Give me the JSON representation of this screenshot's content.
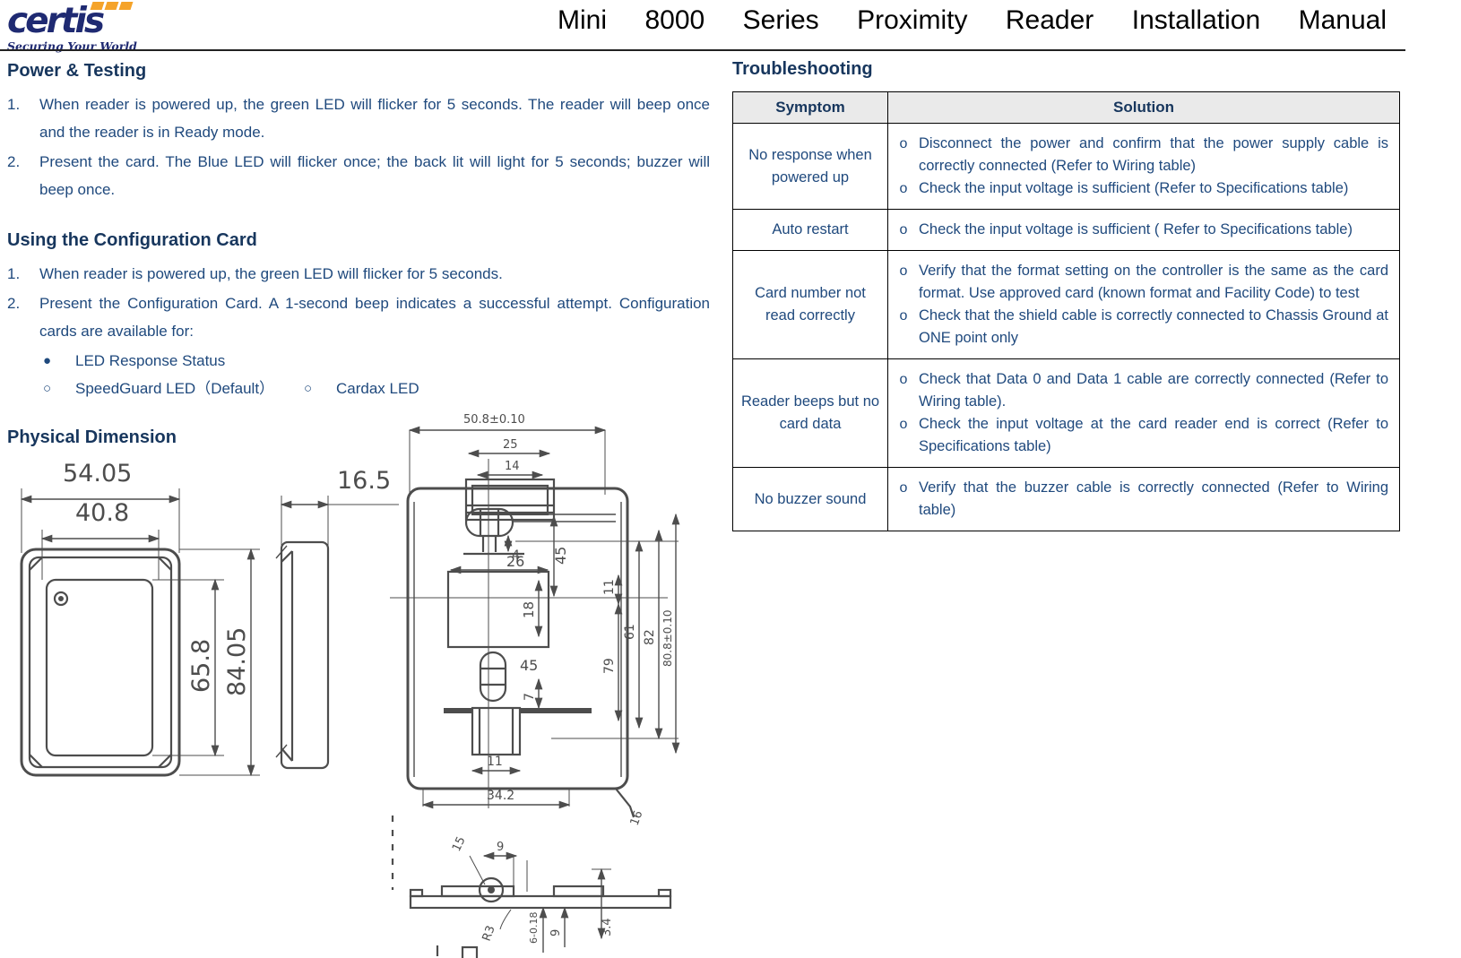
{
  "header": {
    "brand": "certis",
    "tagline": "Securing Your World",
    "title": "Mini 8000 Series Proximity Reader Installation Manual"
  },
  "icons": {
    "filled_bullet": "●",
    "open_bullet": "○"
  },
  "left": {
    "power_testing": {
      "heading": "Power & Testing",
      "items": [
        {
          "num": "1.",
          "text": "When reader is powered up, the green LED will flicker for 5 seconds. The reader will beep once and the reader is in Ready mode."
        },
        {
          "num": "2.",
          "text": "Present the card. The Blue LED will flicker once; the back lit will light for 5 seconds; buzzer will beep once."
        }
      ]
    },
    "config_card": {
      "heading": "Using the Configuration Card",
      "items": [
        {
          "num": "1.",
          "text": "When reader is powered up, the green LED will flicker for 5 seconds."
        },
        {
          "num": "2.",
          "text": "Present the Configuration Card. A 1-second beep indicates a successful attempt. Configuration cards are available for:"
        }
      ],
      "option_filled": "LED Response Status",
      "option_open_1": "SpeedGuard LED（Default）",
      "option_open_2": "Cardax LED"
    },
    "physical_dimension": {
      "heading": "Physical Dimension",
      "front": {
        "outer_width": "54.05",
        "inner_width": "40.8",
        "inner_height": "65.8",
        "outer_height": "84.05"
      },
      "side": {
        "thickness": "16.5"
      },
      "plate": {
        "overall_width": "50.8±0.10",
        "tab_width": "25",
        "tab_inner": "14",
        "slot_offset": "4",
        "upper_height": "45",
        "cutout_width": "26",
        "cutout_height": "18",
        "dim_11": "11",
        "dim_79": "79",
        "dim_61": "61",
        "dim_82": "82",
        "overall_height": "80.8±0.10",
        "lower_45": "45",
        "dim_7": "7",
        "tab_bottom": "11",
        "bottom_width": "34.2",
        "leader_16": "16"
      },
      "section": {
        "dim_15": "15",
        "dim_9a": "9",
        "radius": "R3",
        "dim_618": "6-0.18",
        "dim_9b": "9",
        "dim_34": "3.4"
      }
    }
  },
  "right": {
    "troubleshooting": {
      "heading": "Troubleshooting",
      "table": {
        "bullet": "o",
        "headers": [
          "Symptom",
          "Solution"
        ],
        "rows": [
          {
            "symptom": "No response when powered up",
            "solutions": [
              "Disconnect the power and confirm that the power supply cable is correctly connected (Refer to Wiring table)",
              "Check the input voltage is sufficient (Refer to Specifications table)"
            ]
          },
          {
            "symptom": "Auto restart",
            "solutions": [
              "Check the input voltage is sufficient ( Refer to Specifications table)"
            ]
          },
          {
            "symptom": "Card number not read correctly",
            "solutions": [
              "Verify that the format setting on the controller is the same as the card format. Use approved card (known format and Facility Code) to test",
              "Check that the shield cable is correctly connected to Chassis Ground at ONE point only"
            ]
          },
          {
            "symptom": "Reader beeps but no card data",
            "solutions": [
              "Check that Data 0 and Data 1 cable are correctly connected (Refer to Wiring table).",
              "Check the input voltage at the card reader end is correct (Refer to Specifications table)"
            ]
          },
          {
            "symptom": "No buzzer sound",
            "solutions": [
              "Verify that the buzzer cable is correctly connected (Refer to Wiring table)"
            ]
          }
        ]
      }
    }
  }
}
